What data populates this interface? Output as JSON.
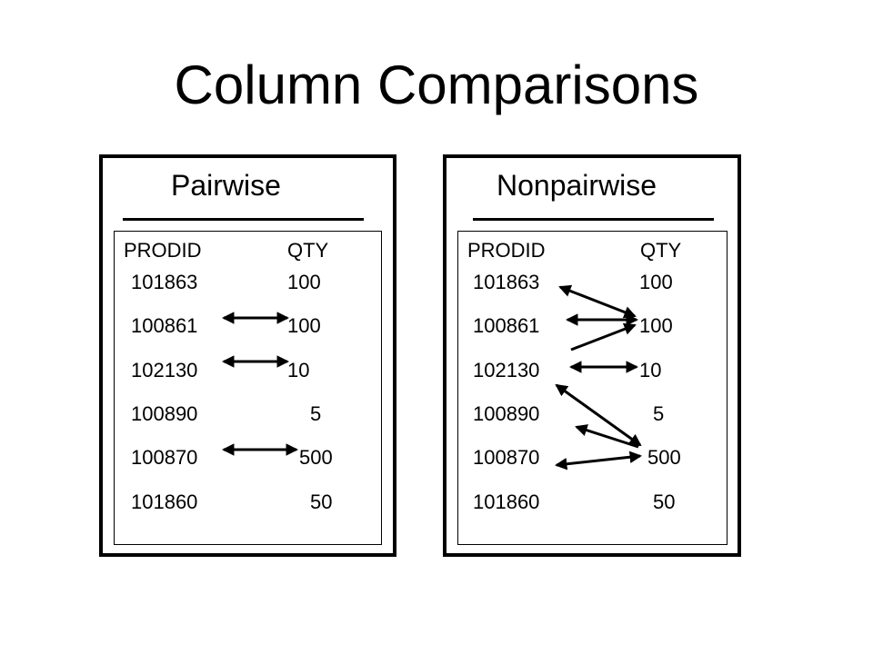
{
  "title": "Column Comparisons",
  "panels": [
    {
      "title": "Pairwise",
      "headers": [
        "PRODID",
        "QTY"
      ],
      "rows": [
        [
          "101863",
          "100"
        ],
        [
          "100861",
          "100"
        ],
        [
          "102130",
          "10"
        ],
        [
          "100890",
          "5"
        ],
        [
          "100870",
          "500"
        ],
        [
          "101860",
          "50"
        ]
      ]
    },
    {
      "title": "Nonpairwise",
      "headers": [
        "PRODID",
        "QTY"
      ],
      "rows": [
        [
          "101863",
          "100"
        ],
        [
          "100861",
          "100"
        ],
        [
          "102130",
          "10"
        ],
        [
          "100890",
          "5"
        ],
        [
          "100870",
          "500"
        ],
        [
          "101860",
          "50"
        ]
      ]
    }
  ]
}
